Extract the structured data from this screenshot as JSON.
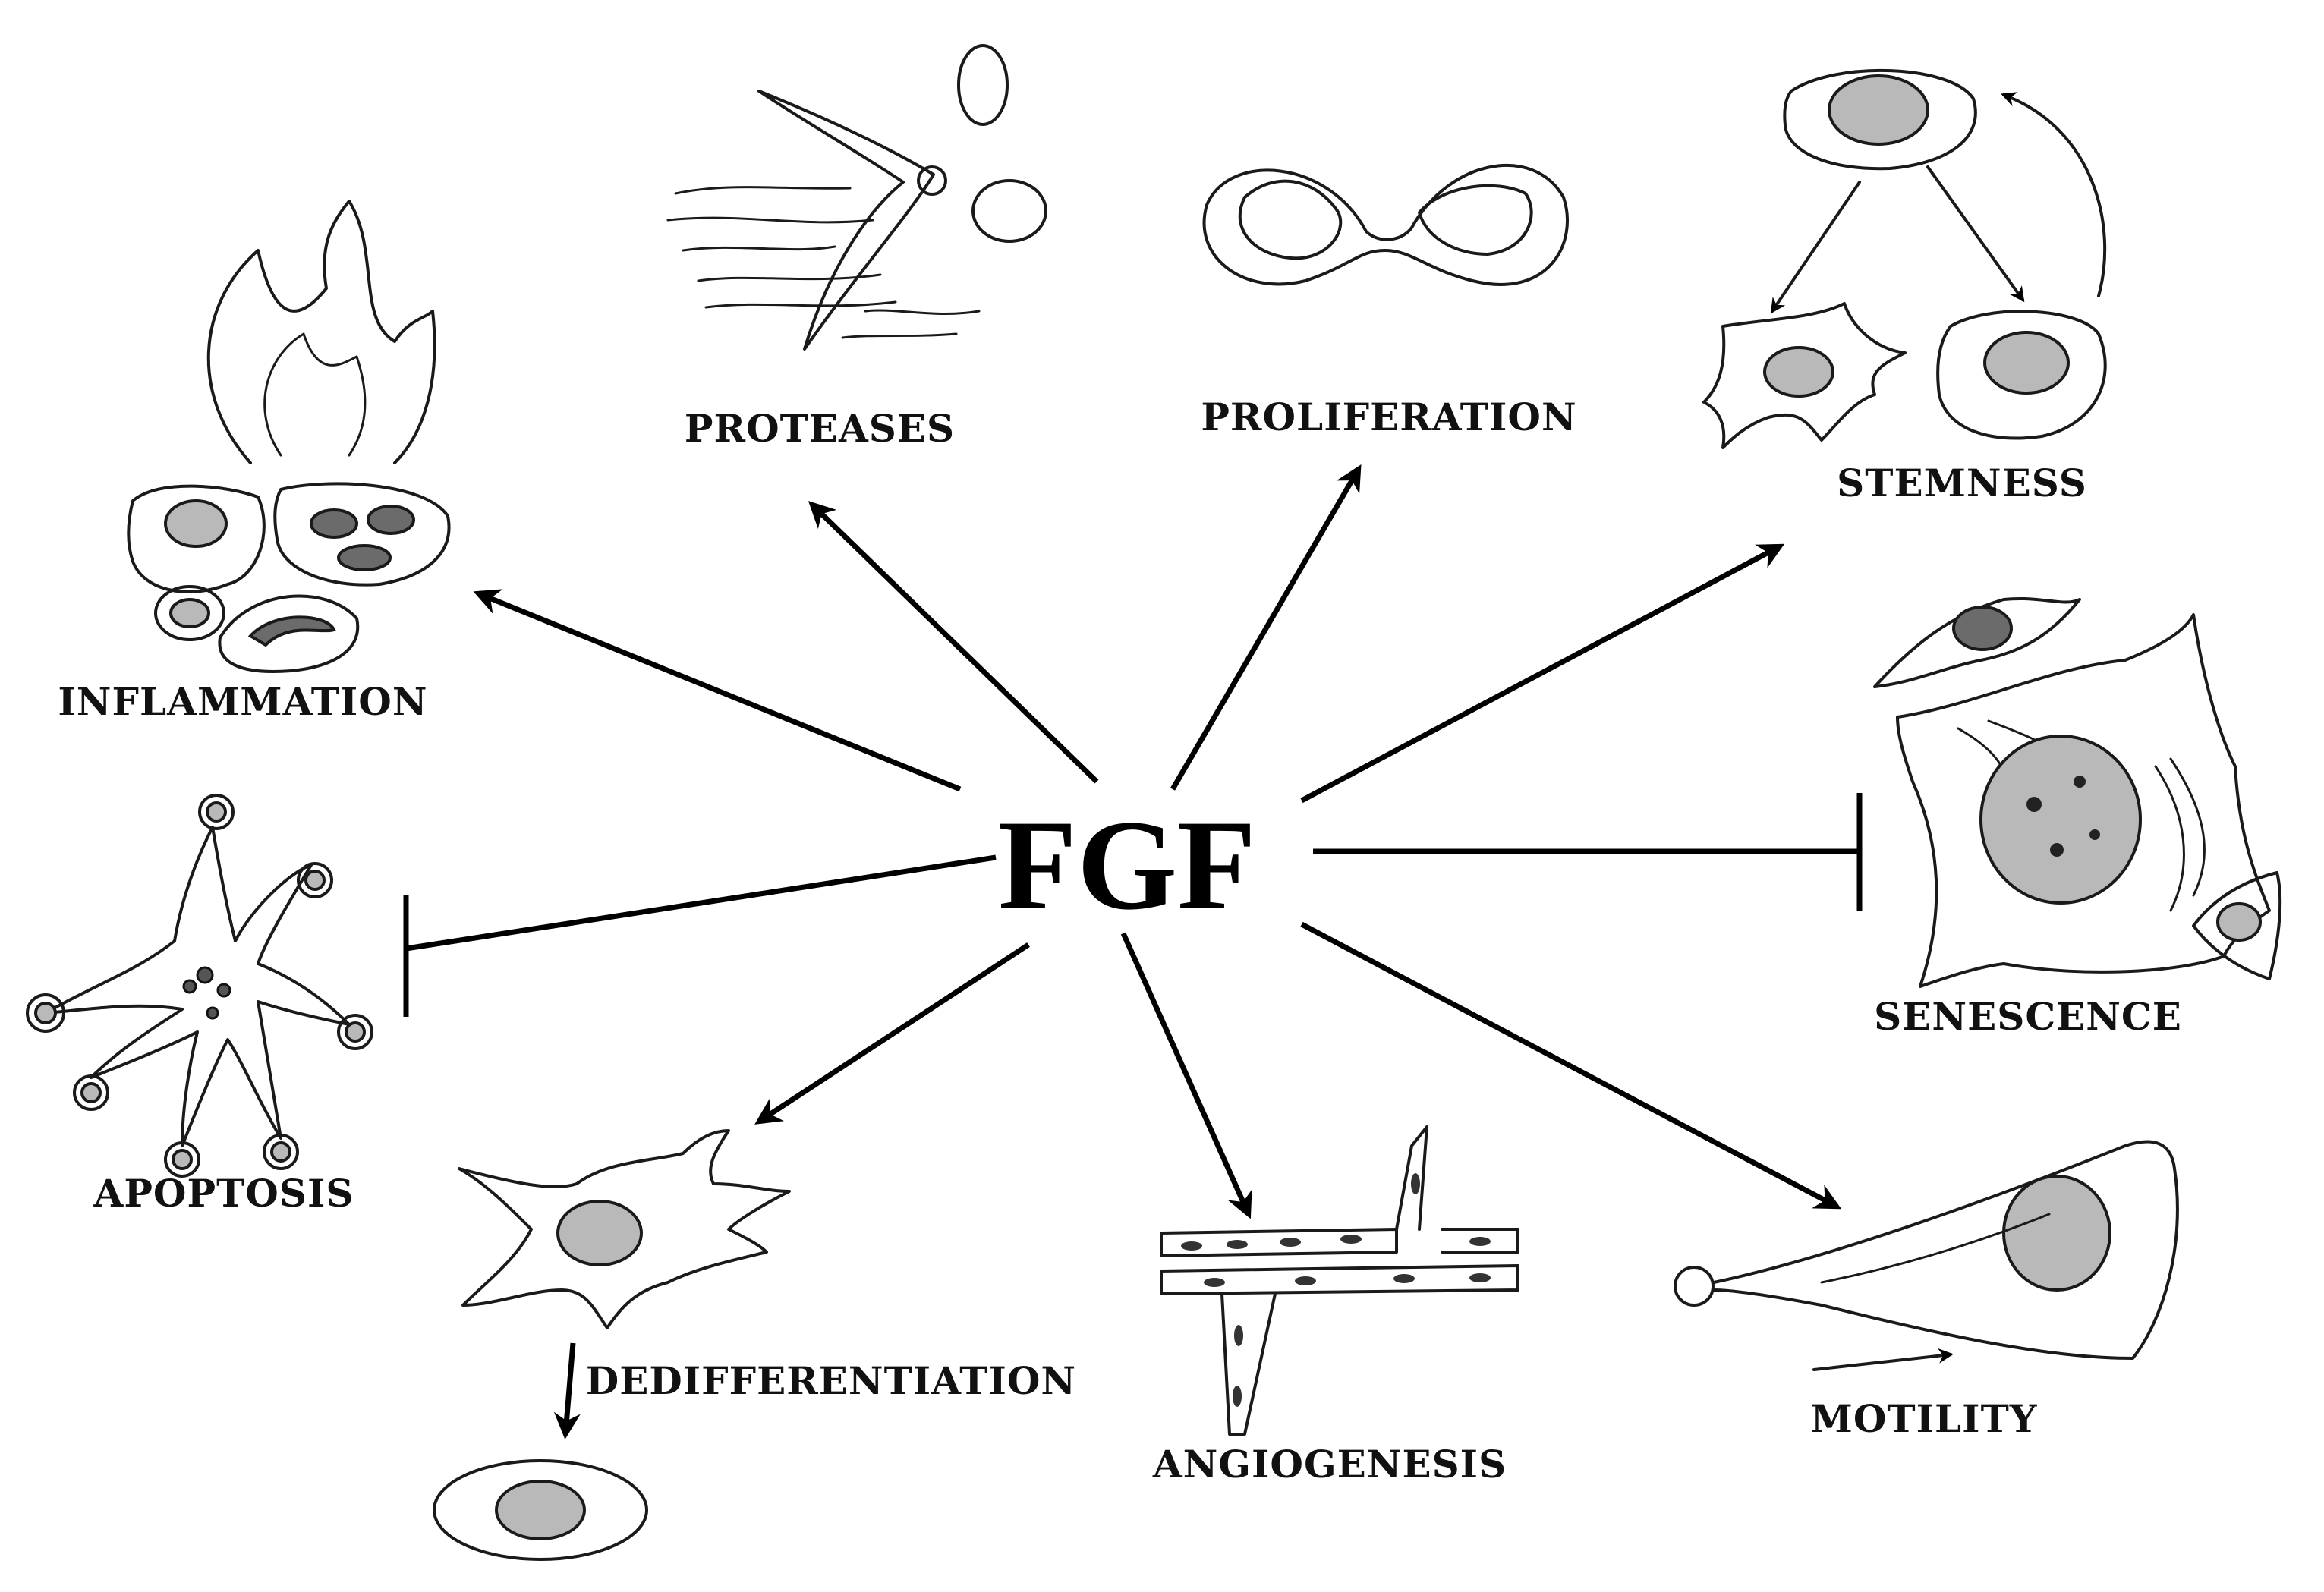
{
  "center": {
    "label": "FGF"
  },
  "effects": [
    {
      "id": "inflammation",
      "label": "INFLAMMATION",
      "relation": "activates"
    },
    {
      "id": "proteases",
      "label": "PROTEASES",
      "relation": "activates"
    },
    {
      "id": "proliferation",
      "label": "PROLIFERATION",
      "relation": "activates"
    },
    {
      "id": "stemness",
      "label": "STEMNESS",
      "relation": "activates"
    },
    {
      "id": "senescence",
      "label": "SENESCENCE",
      "relation": "inhibits"
    },
    {
      "id": "motility",
      "label": "MOTILITY",
      "relation": "activates"
    },
    {
      "id": "angiogenesis",
      "label": "ANGIOGENESIS",
      "relation": "activates"
    },
    {
      "id": "dedifferentiation",
      "label": "DEDIFFERENTIATION",
      "relation": "activates"
    },
    {
      "id": "apoptosis",
      "label": "APOPTOSIS",
      "relation": "inhibits"
    }
  ],
  "colors": {
    "ink": "#1a1a1a",
    "background": "#ffffff",
    "nucleus": "#b9b9b9"
  }
}
